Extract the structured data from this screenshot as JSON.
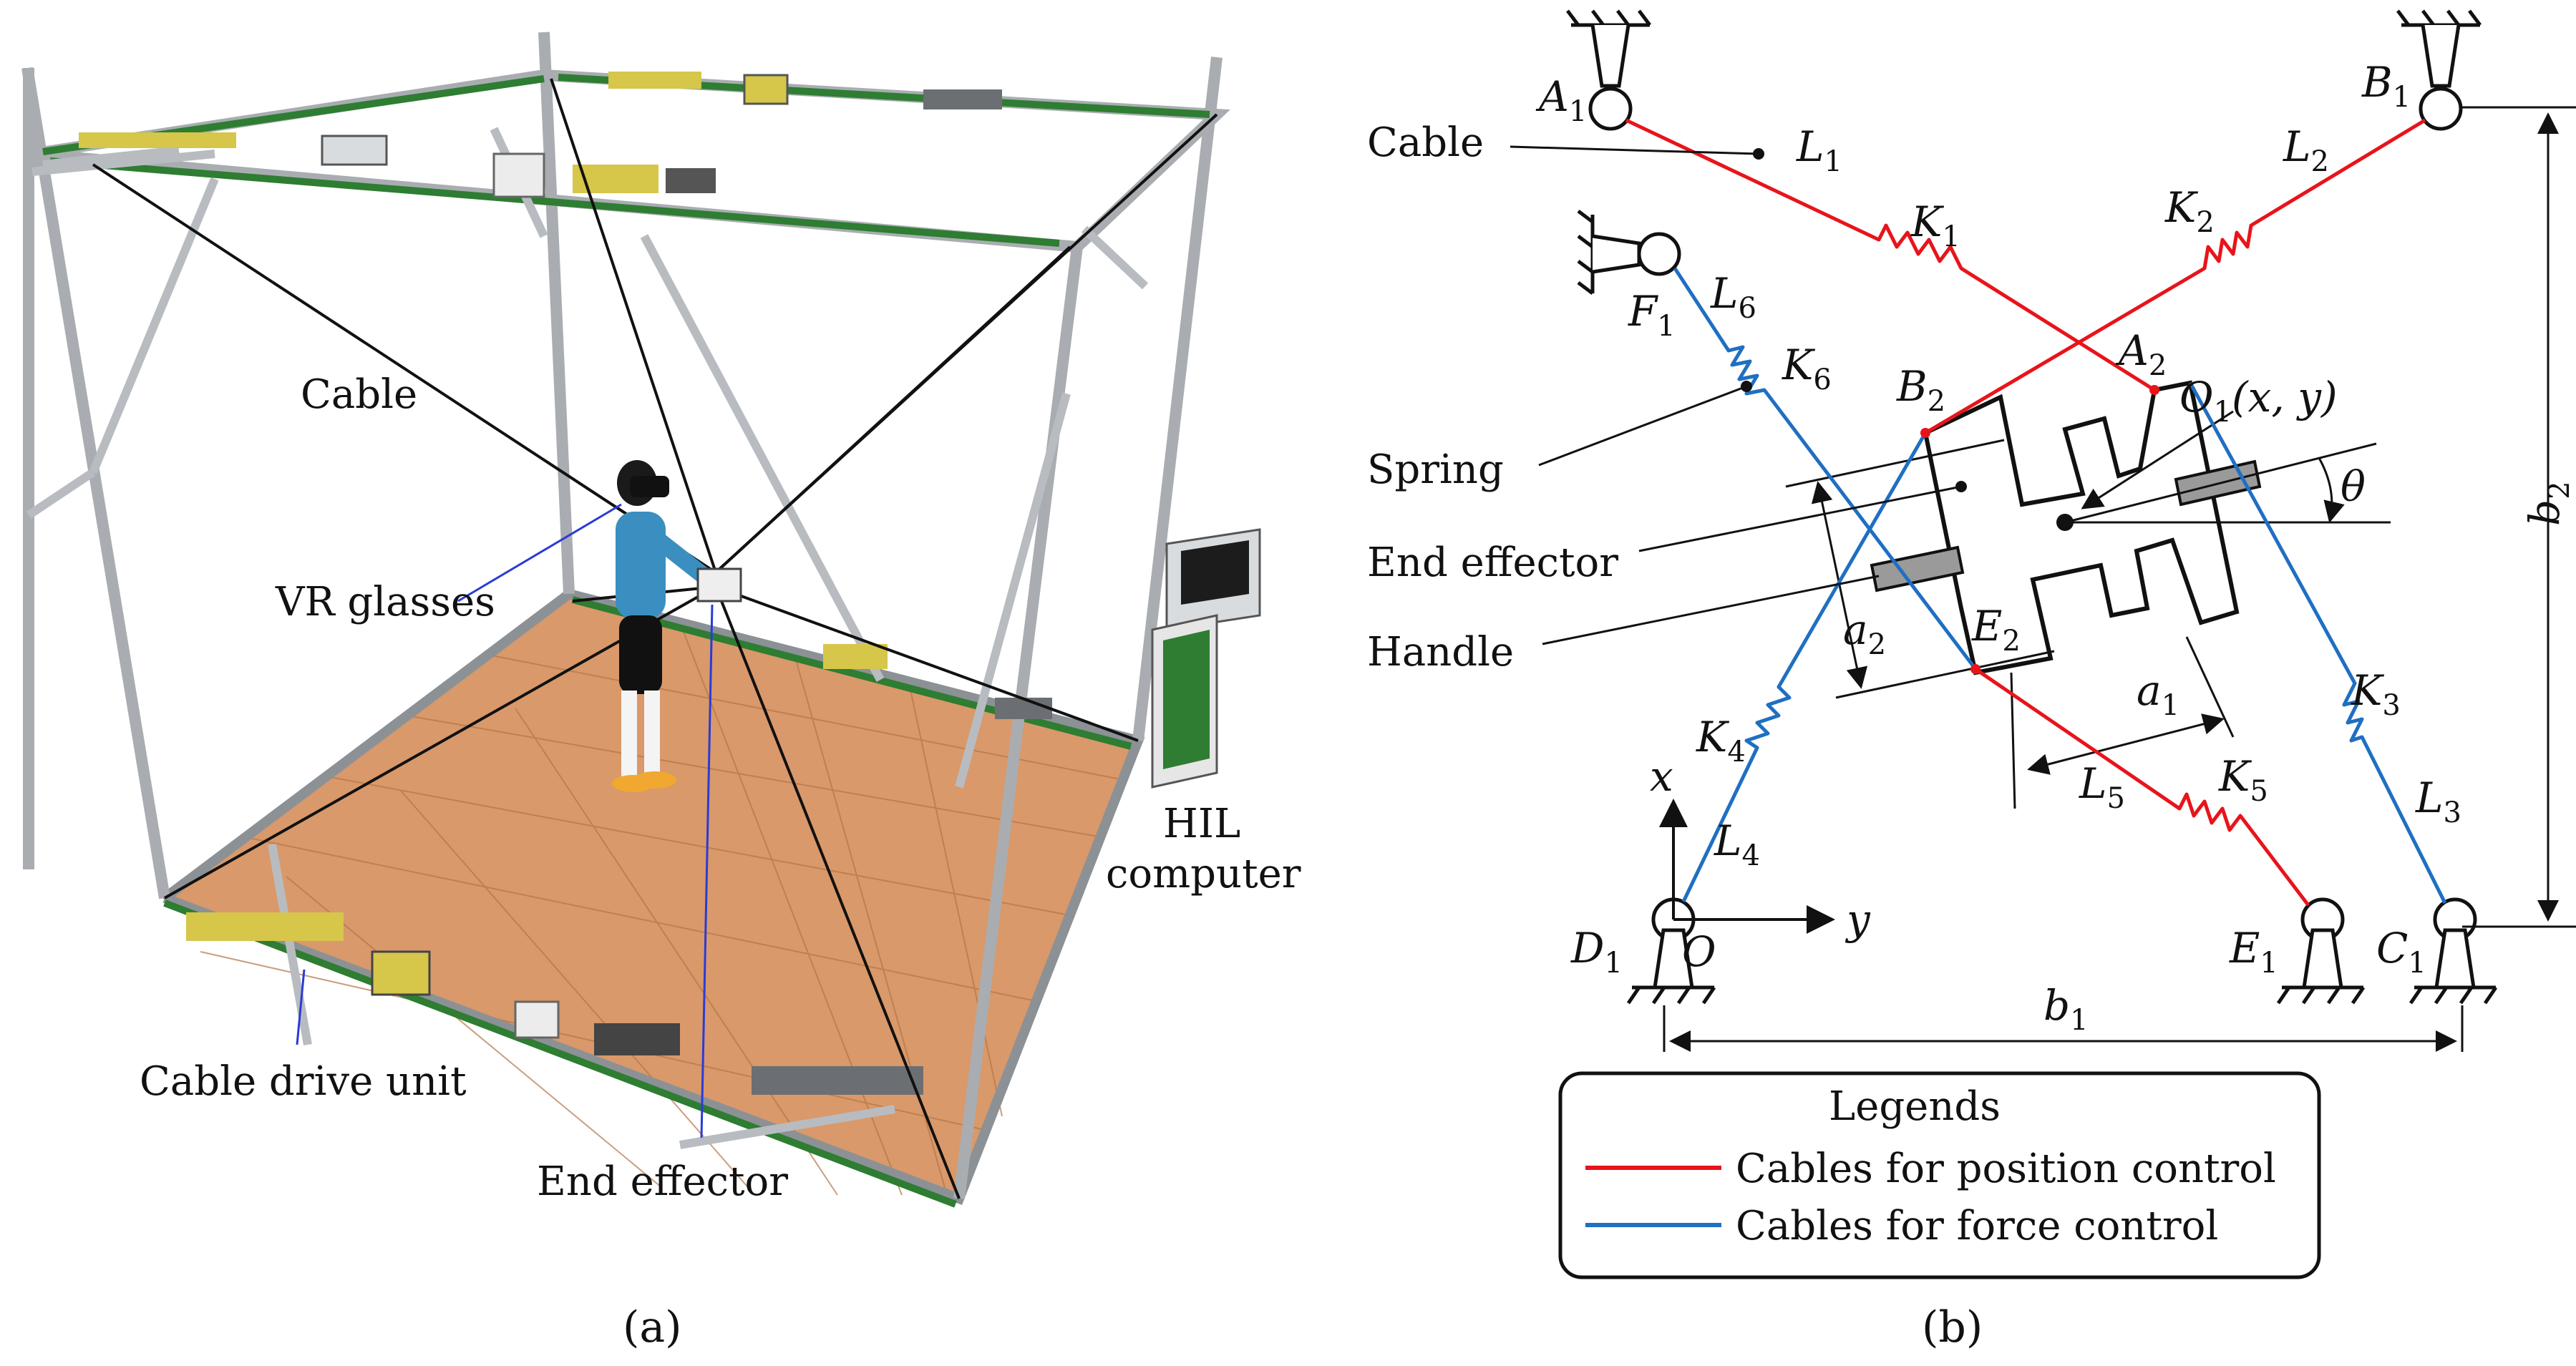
{
  "panel_a": {
    "caption": "(a)",
    "labels": {
      "cable": "Cable",
      "vr_glasses": "VR glasses",
      "hil_line1": "HIL",
      "hil_line2": "computer",
      "cable_drive_unit": "Cable drive unit",
      "end_effector": "End effector"
    }
  },
  "panel_b": {
    "caption": "(b)",
    "callouts": {
      "cable": "Cable",
      "spring": "Spring",
      "end_effector": "End effector",
      "handle": "Handle"
    },
    "symbols": {
      "A1": {
        "base": "A",
        "sub": "1"
      },
      "B1": {
        "base": "B",
        "sub": "1"
      },
      "C1": {
        "base": "C",
        "sub": "1"
      },
      "D1": {
        "base": "D",
        "sub": "1"
      },
      "E1": {
        "base": "E",
        "sub": "1"
      },
      "F1": {
        "base": "F",
        "sub": "1"
      },
      "A2": {
        "base": "A",
        "sub": "2"
      },
      "B2": {
        "base": "B",
        "sub": "2"
      },
      "E2": {
        "base": "E",
        "sub": "2"
      },
      "L1": {
        "base": "L",
        "sub": "1"
      },
      "L2": {
        "base": "L",
        "sub": "2"
      },
      "L3": {
        "base": "L",
        "sub": "3"
      },
      "L4": {
        "base": "L",
        "sub": "4"
      },
      "L5": {
        "base": "L",
        "sub": "5"
      },
      "L6": {
        "base": "L",
        "sub": "6"
      },
      "K1": {
        "base": "K",
        "sub": "1"
      },
      "K2": {
        "base": "K",
        "sub": "2"
      },
      "K3": {
        "base": "K",
        "sub": "3"
      },
      "K4": {
        "base": "K",
        "sub": "4"
      },
      "K5": {
        "base": "K",
        "sub": "5"
      },
      "K6": {
        "base": "K",
        "sub": "6"
      },
      "a1": {
        "base": "a",
        "sub": "1"
      },
      "a2": {
        "base": "a",
        "sub": "2"
      },
      "b1": {
        "base": "b",
        "sub": "1"
      },
      "b2": {
        "base": "b",
        "sub": "2"
      },
      "O1": {
        "base": "O",
        "sub": "1",
        "rest": "(x, y)"
      },
      "theta": "θ",
      "x_axis": "x",
      "y_axis": "y",
      "origin": "O"
    },
    "legend": {
      "title": "Legends",
      "items": [
        {
          "label": "Cables for position control",
          "color": "#e8141b"
        },
        {
          "label": "Cables for force control",
          "color": "#1f6fc2"
        }
      ]
    }
  },
  "colors": {
    "position_cable": "#e8141b",
    "force_cable": "#1f6fc2",
    "floor": "#d9996a",
    "frame": "#a9adb1",
    "rail": "#2e7d32"
  }
}
